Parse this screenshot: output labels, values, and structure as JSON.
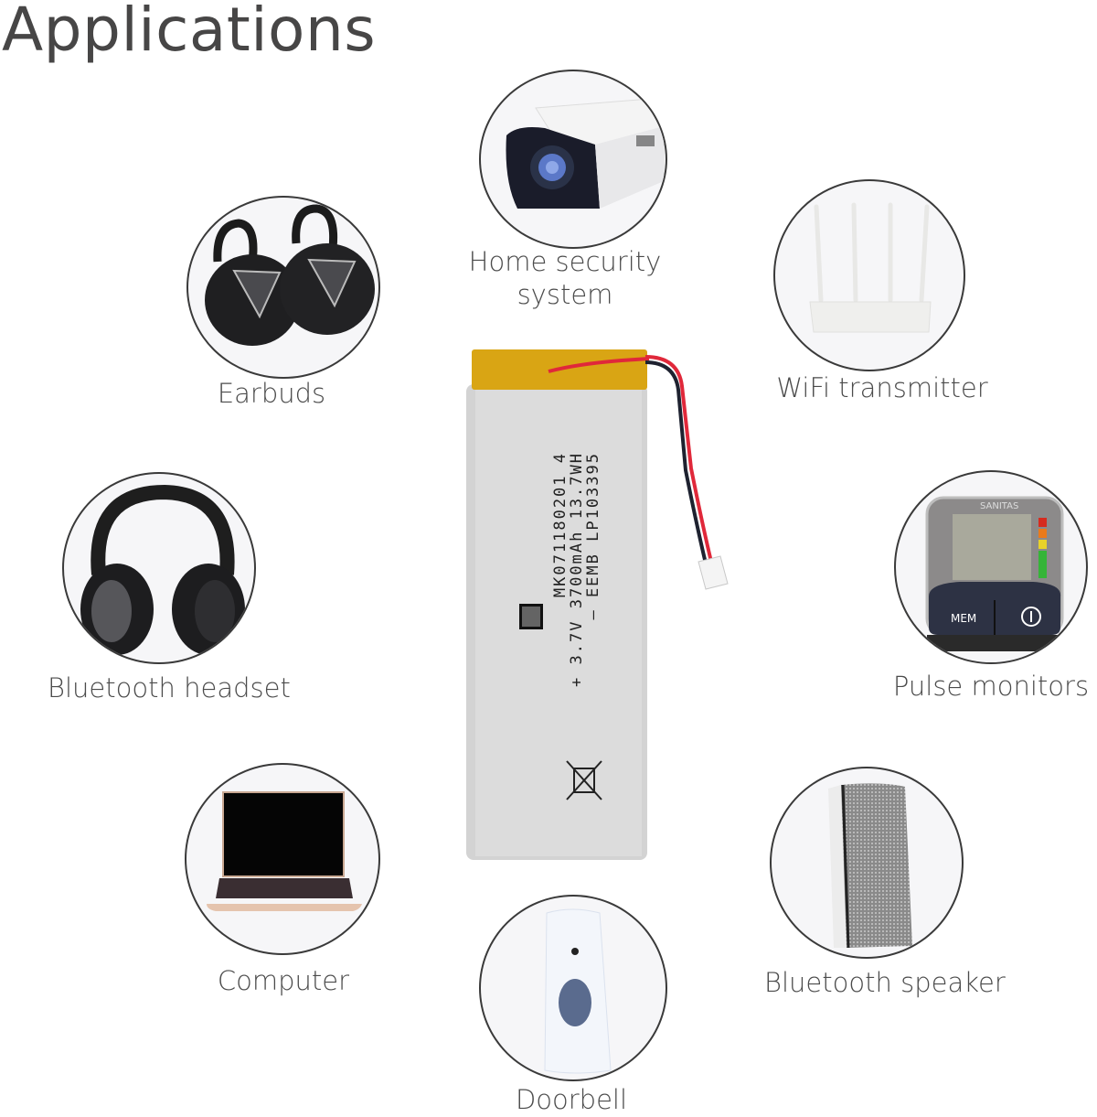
{
  "title": "Applications",
  "applications": [
    {
      "id": "home-security",
      "label_line1": "Home security",
      "label_line2": "system",
      "icon": "security-camera-icon"
    },
    {
      "id": "earbuds",
      "label": "Earbuds",
      "icon": "earbuds-icon"
    },
    {
      "id": "wifi",
      "label": "WiFi transmitter",
      "icon": "wifi-router-icon"
    },
    {
      "id": "headset",
      "label": "Bluetooth headset",
      "icon": "headphones-icon"
    },
    {
      "id": "pulse",
      "label": "Pulse monitors",
      "icon": "blood-pressure-monitor-icon",
      "device_brand": "SANITAS",
      "button_mem": "MEM"
    },
    {
      "id": "computer",
      "label": "Computer",
      "icon": "laptop-icon"
    },
    {
      "id": "speaker",
      "label": "Bluetooth speaker",
      "icon": "speaker-icon"
    },
    {
      "id": "doorbell",
      "label": "Doorbell",
      "icon": "doorbell-icon"
    }
  ],
  "battery": {
    "line1": "— EEMB LP103395",
    "line2": "+ 3.7V 3700mAh 13.7WH",
    "line3": "MK071180201 4",
    "colors": {
      "tape": "#d9a514",
      "body": "#d6d6d6",
      "red_wire": "#e0283a",
      "black_wire": "#1e2230"
    }
  }
}
